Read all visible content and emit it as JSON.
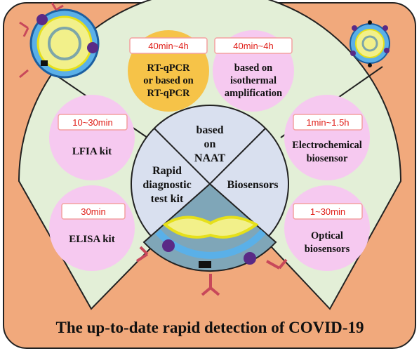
{
  "title": "The up-to-date rapid detection of COVID-19",
  "center": {
    "top": [
      "based",
      "on",
      "NAAT"
    ],
    "left": [
      "Rapid",
      "diagnostic",
      "test kit"
    ],
    "right": [
      "Biosensors"
    ]
  },
  "items": [
    {
      "time": "40min~4h",
      "lines": [
        "RT-qPCR",
        "or based  on",
        "RT-qPCR"
      ],
      "color": "#f6c348"
    },
    {
      "time": "40min~4h",
      "lines": [
        "based  on",
        "isothermal",
        "amplification"
      ],
      "color": "#f6c9f0"
    },
    {
      "time": "10~30min",
      "lines": [
        "LFIA kit"
      ],
      "color": "#f6c9f0"
    },
    {
      "time": "30min",
      "lines": [
        "ELISA kit"
      ],
      "color": "#f6c9f0"
    },
    {
      "time": "1min~1.5h",
      "lines": [
        "Electrochemical",
        "biosensor"
      ],
      "color": "#f6c9f0"
    },
    {
      "time": "1~30min",
      "lines": [
        "Optical",
        "biosensors"
      ],
      "color": "#f6c9f0"
    }
  ],
  "colors": {
    "background": "#f1a97c",
    "outer_ring": "#e3efd7",
    "inner_circle": "#d9e0ef",
    "time_text": "#e0201a"
  }
}
